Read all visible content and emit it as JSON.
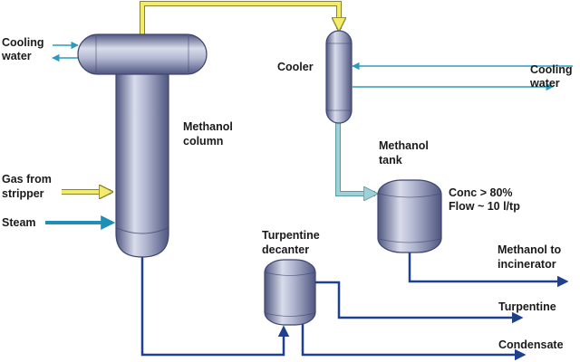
{
  "labels": {
    "cooling_water_left": [
      "Cooling",
      "water"
    ],
    "cooler": "Cooler",
    "cooling_water_right": [
      "Cooling",
      "water"
    ],
    "methanol_column": [
      "Methanol",
      "column"
    ],
    "methanol_tank": [
      "Methanol",
      "tank"
    ],
    "tank_specs": [
      "Conc > 80%",
      "Flow ~ 10 l/tp"
    ],
    "gas_from_stripper": [
      "Gas from",
      "stripper"
    ],
    "steam": "Steam",
    "turpentine_decanter": [
      "Turpentine",
      "decanter"
    ],
    "methanol_to_incinerator": [
      "Methanol to",
      "incinerator"
    ],
    "turpentine": "Turpentine",
    "condensate": "Condensate"
  },
  "colors": {
    "vessel_light": "#d9dcea",
    "vessel_mid": "#8c93b8",
    "vessel_dark": "#4f5680",
    "vapor_line": "#f2ec6a",
    "vapor_line_edge": "#8a8230",
    "cooling_water_line": "#2b9bbd",
    "liquid_line": "#9fd0d8",
    "product_line": "#1f3f8f",
    "steam_line": "#1f8fb5"
  }
}
